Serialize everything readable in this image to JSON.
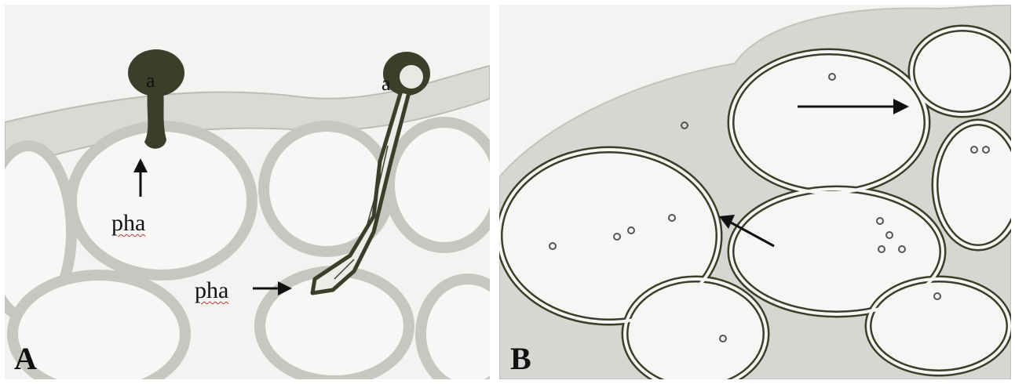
{
  "panel_a": {
    "letter": "A",
    "labels": {
      "a_left": "a",
      "a_right": "a",
      "pha_upper": "pha",
      "pha_lower": "pha"
    }
  },
  "panel_b": {
    "letter": "B"
  },
  "colors": {
    "background": "#f3f3f1",
    "cell_wall_light": "#c9c9c5",
    "hypha_dark": "#3b3f2a",
    "ink": "#111111"
  }
}
